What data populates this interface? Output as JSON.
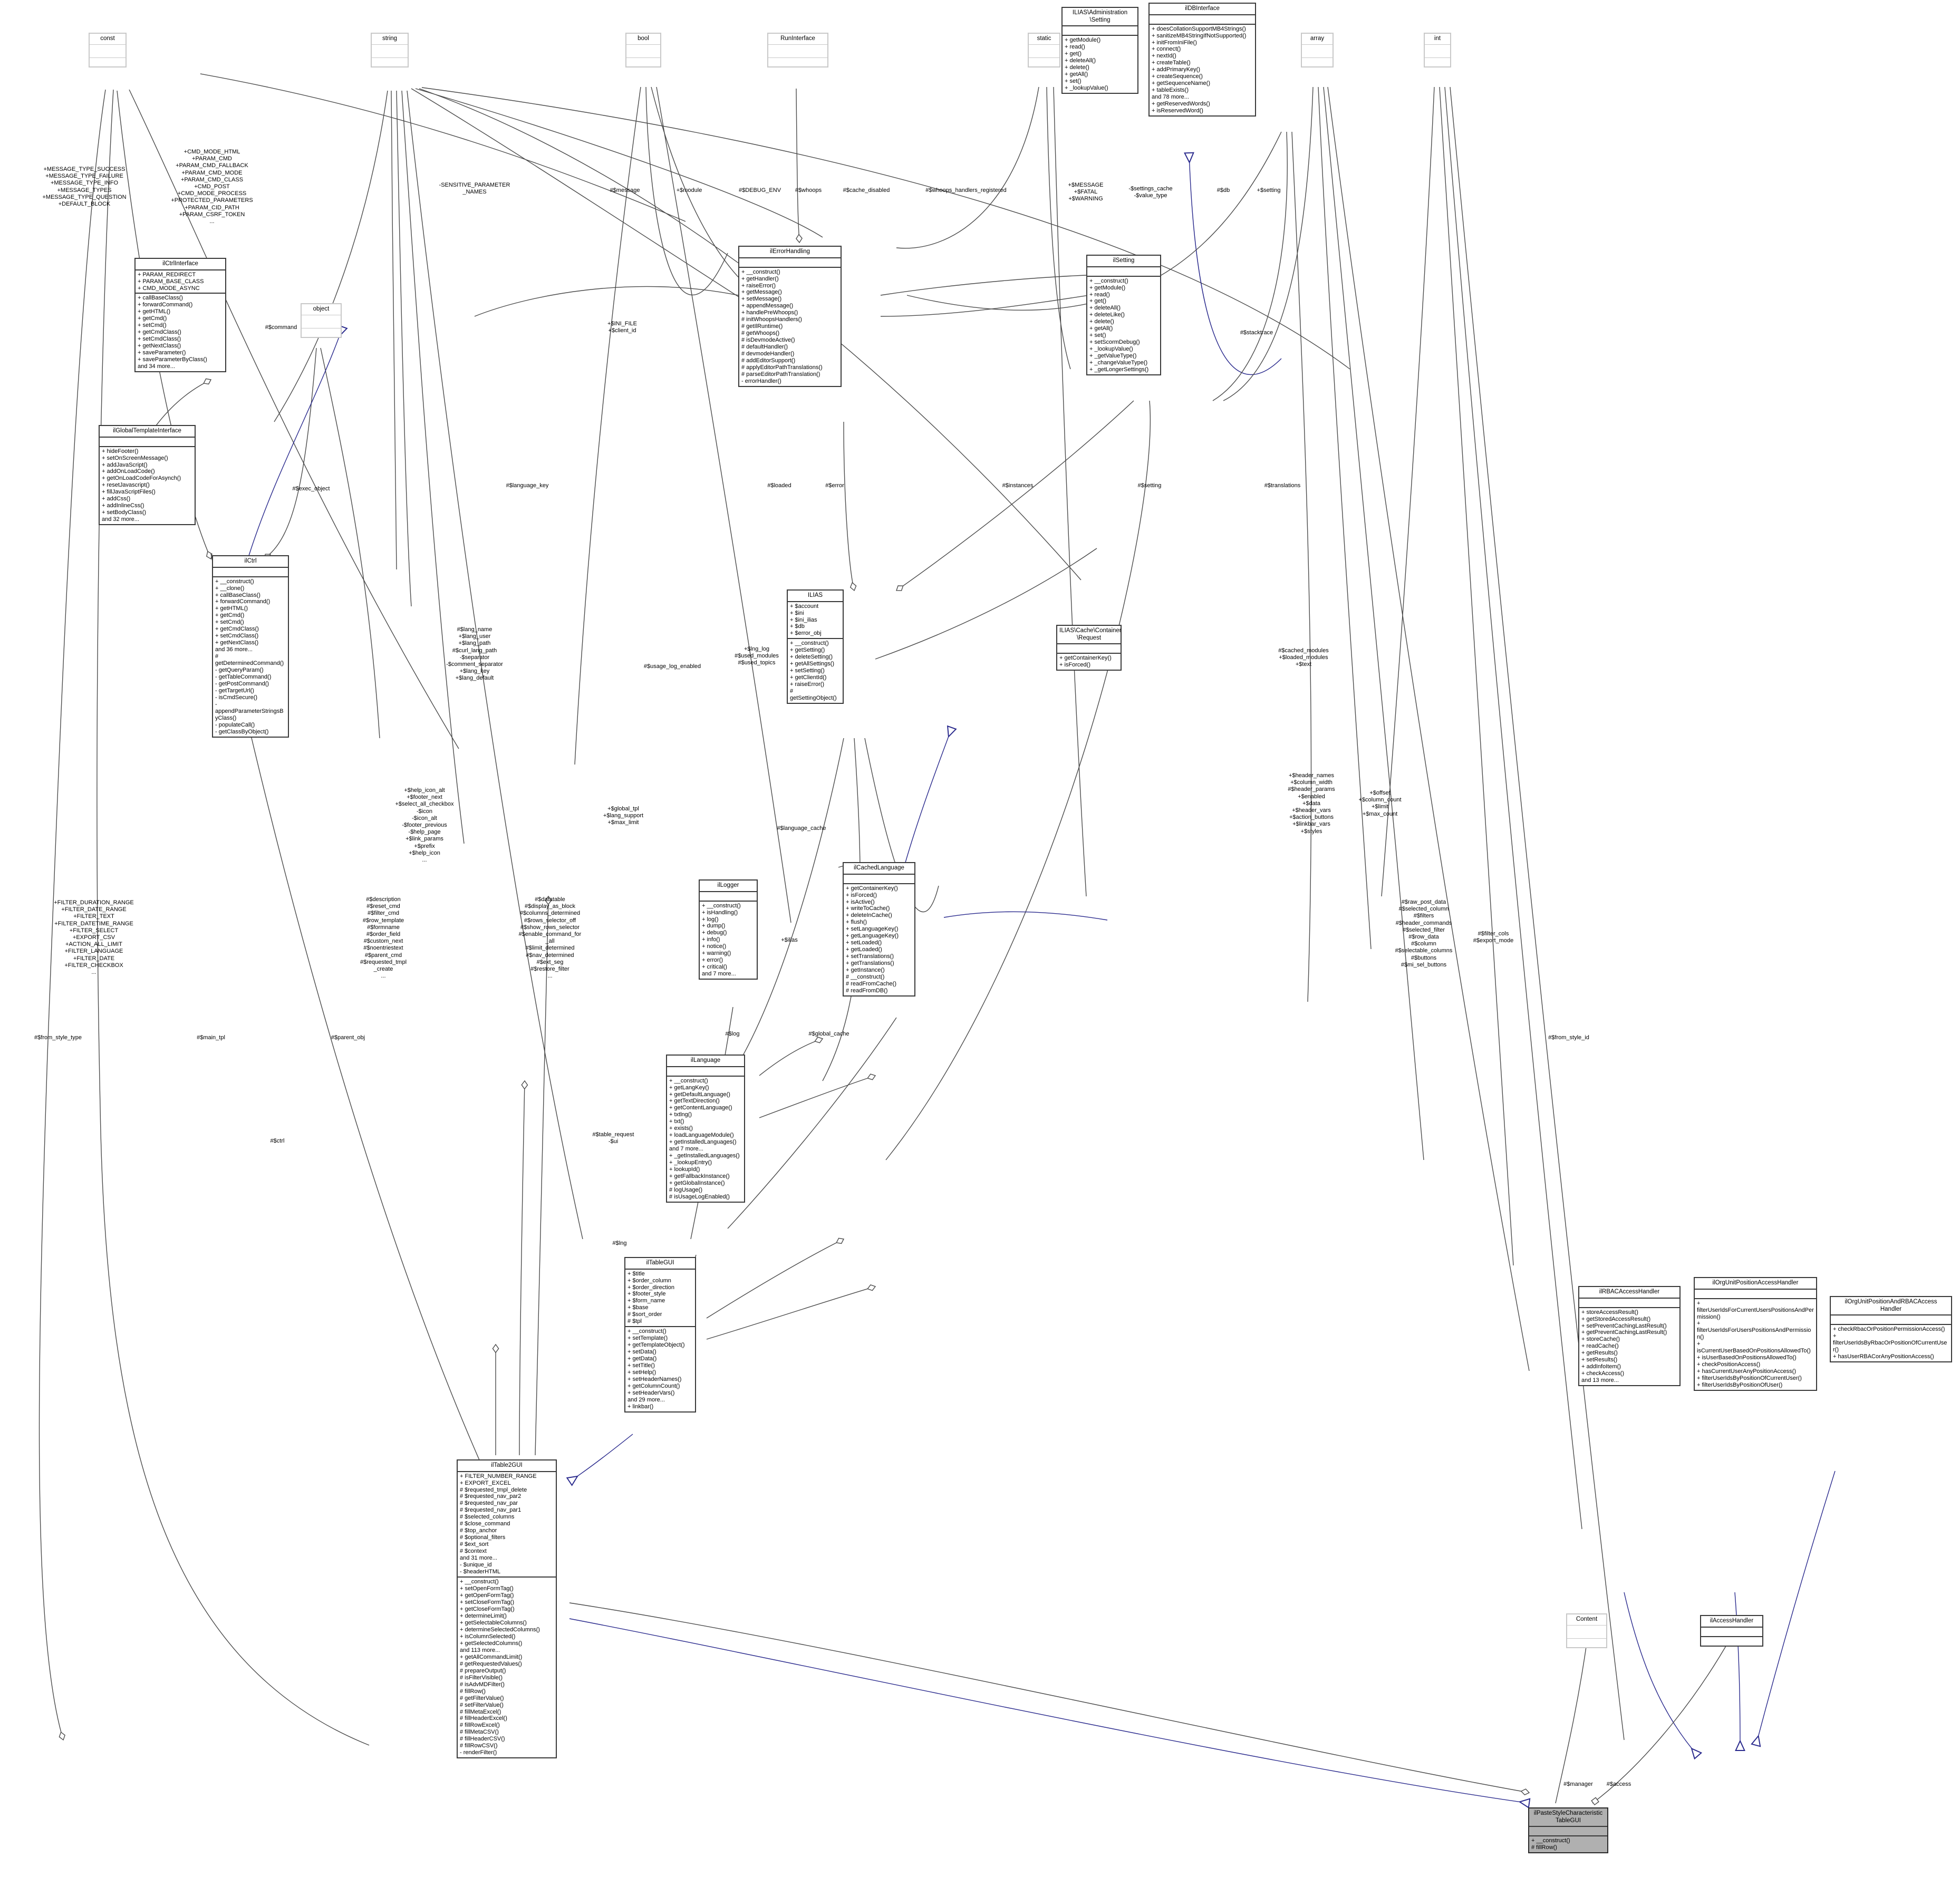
{
  "diagram": {
    "kind": "uml-collaboration-diagram",
    "title": "ilPasteStyleCharacteristicTableGUI Collaboration Diagram",
    "bg": "#ffffff",
    "edge_color": "#4a4a4a",
    "inherit_color": "#28288c",
    "target_fill": "#b0b0b0"
  },
  "nodes": [
    {
      "id": "const",
      "title": "const",
      "attrs": [],
      "ops": [],
      "style": "light"
    },
    {
      "id": "string",
      "title": "string",
      "attrs": [],
      "ops": [],
      "style": "light"
    },
    {
      "id": "bool",
      "title": "bool",
      "attrs": [],
      "ops": [],
      "style": "light"
    },
    {
      "id": "runinterface",
      "title": "RunInterface",
      "attrs": [],
      "ops": [],
      "style": "light"
    },
    {
      "id": "static",
      "title": "static",
      "attrs": [],
      "ops": [],
      "style": "light"
    },
    {
      "id": "array",
      "title": "array",
      "attrs": [],
      "ops": [],
      "style": "light"
    },
    {
      "id": "int",
      "title": "int",
      "attrs": [],
      "ops": [],
      "style": "light"
    },
    {
      "id": "object",
      "title": "object",
      "attrs": [],
      "ops": [],
      "style": "light"
    },
    {
      "id": "content",
      "title": "Content",
      "attrs": [],
      "ops": [],
      "style": "light"
    },
    {
      "id": "ilias_admin_setting",
      "title": "ILIAS\\Administration\n\\Setting",
      "attrs": [],
      "ops": [
        "+ getModule()",
        "+ read()",
        "+ get()",
        "+ deleteAll()",
        "+ delete()",
        "+ getAll()",
        "+ set()",
        "+ _lookupValue()"
      ]
    },
    {
      "id": "ildbinterface",
      "title": "ilDBInterface",
      "attrs": [],
      "ops": [
        "+ doesCollationSupportMB4Strings()",
        "+ sanitizeMB4StringIfNotSupported()",
        "+ initFromIniFile()",
        "+ connect()",
        "+ nextId()",
        "+ createTable()",
        "+ addPrimaryKey()",
        "+ createSequence()",
        "+ getSequenceName()",
        "+ tableExists()",
        "and 78 more...",
        "+ getReservedWords()",
        "+ isReservedWord()"
      ]
    },
    {
      "id": "ilctrlinterface",
      "title": "ilCtrlInterface",
      "attrs": [
        "+ PARAM_REDIRECT",
        "+ PARAM_BASE_CLASS",
        "+ CMD_MODE_ASYNC"
      ],
      "ops": [
        "+ callBaseClass()",
        "+ forwardCommand()",
        "+ getHTML()",
        "+ getCmd()",
        "+ setCmd()",
        "+ getCmdClass()",
        "+ setCmdClass()",
        "+ getNextClass()",
        "+ saveParameter()",
        "+ saveParameterByClass()",
        "and 34 more..."
      ]
    },
    {
      "id": "ilglobaltemplateinterface",
      "title": "ilGlobalTemplateInterface",
      "attrs": [],
      "ops": [
        "+ hideFooter()",
        "+ setOnScreenMessage()",
        "+ addJavaScript()",
        "+ addOnLoadCode()",
        "+ getOnLoadCodeForAsynch()",
        "+ resetJavascript()",
        "+ fillJavaScriptFiles()",
        "+ addCss()",
        "+ addInlineCss()",
        "+ setBodyClass()",
        "and 32 more..."
      ]
    },
    {
      "id": "ilctrl",
      "title": "ilCtrl",
      "attrs": [],
      "ops": [
        "+ __construct()",
        "+ __clone()",
        "+ callBaseClass()",
        "+ forwardCommand()",
        "+ getHTML()",
        "+ getCmd()",
        "+ setCmd()",
        "+ getCmdClass()",
        "+ setCmdClass()",
        "+ getNextClass()",
        "and 36 more...",
        "# getDeterminedCommand()",
        "- getQueryParam()",
        "- getTableCommand()",
        "- getPostCommand()",
        "- getTargetUrl()",
        "- isCmdSecure()",
        "- appendParameterStringsByClass()",
        "- populateCall()",
        "- getClassByObject()"
      ]
    },
    {
      "id": "ilerrorhandling",
      "title": "ilErrorHandling",
      "attrs": [],
      "ops": [
        "+ __construct()",
        "+ getHandler()",
        "+ raiseError()",
        "+ getMessage()",
        "+ setMessage()",
        "+ appendMessage()",
        "+ handlePreWhoops()",
        "# initWhoopsHandlers()",
        "# getIlRuntime()",
        "# getWhoops()",
        "# isDevmodeActive()",
        "# defaultHandler()",
        "# devmodeHandler()",
        "# addEditorSupport()",
        "# applyEditorPathTranslations()",
        "# parseEditorPathTranslation()",
        "- errorHandler()"
      ]
    },
    {
      "id": "ilsetting",
      "title": "ilSetting",
      "attrs": [],
      "ops": [
        "+ __construct()",
        "+ getModule()",
        "+ read()",
        "+ get()",
        "+ deleteAll()",
        "+ deleteLike()",
        "+ delete()",
        "+ getAll()",
        "+ set()",
        "+ setScormDebug()",
        "+ _lookupValue()",
        "+ _getValueType()",
        "+ _changeValueType()",
        "+ _getLongerSettings()"
      ]
    },
    {
      "id": "ilias",
      "title": "ILIAS",
      "attrs": [
        "+ $account",
        "+ $ini",
        "+ $ini_ilias",
        "+ $db",
        "+ $error_obj"
      ],
      "ops": [
        "+ __construct()",
        "+ getSetting()",
        "+ deleteSetting()",
        "+ getAllSettings()",
        "+ setSetting()",
        "+ getClientId()",
        "+ raiseError()",
        "# getSettingObject()"
      ]
    },
    {
      "id": "ilias_cache_container_request",
      "title": "ILIAS\\Cache\\Container\n\\Request",
      "attrs": [],
      "ops": [
        "+ getContainerKey()",
        "+ isForced()"
      ]
    },
    {
      "id": "ilcachedlanguage",
      "title": "ilCachedLanguage",
      "attrs": [],
      "ops": [
        "+ getContainerKey()",
        "+ isForced()",
        "+ isActive()",
        "+ writeToCache()",
        "+ deleteInCache()",
        "+ flush()",
        "+ setLanguageKey()",
        "+ getLanguageKey()",
        "+ setLoaded()",
        "+ getLoaded()",
        "+ setTranslations()",
        "+ getTranslations()",
        "+ getInstance()",
        "# __construct()",
        "# readFromCache()",
        "# readFromDB()"
      ]
    },
    {
      "id": "illogger",
      "title": "ilLogger",
      "attrs": [],
      "ops": [
        "+ __construct()",
        "+ isHandling()",
        "+ log()",
        "+ dump()",
        "+ debug()",
        "+ info()",
        "+ notice()",
        "+ warning()",
        "+ error()",
        "+ critical()",
        "and 7 more..."
      ]
    },
    {
      "id": "illanguage",
      "title": "ilLanguage",
      "attrs": [],
      "ops": [
        "+ __construct()",
        "+ getLangKey()",
        "+ getDefaultLanguage()",
        "+ getTextDirection()",
        "+ getContentLanguage()",
        "+ txtlng()",
        "+ txt()",
        "+ exists()",
        "+ loadLanguageModule()",
        "+ getInstalledLanguages()",
        "and 7 more...",
        "+ _getInstalledLanguages()",
        "+ _lookupEntry()",
        "+ lookupId()",
        "+ getFallbackInstance()",
        "+ getGlobalInstance()",
        "# logUsage()",
        "# isUsageLogEnabled()"
      ]
    },
    {
      "id": "iltablegui",
      "title": "ilTableGUI",
      "attrs": [
        "+ $title",
        "+ $order_column",
        "+ $order_direction",
        "+ $footer_style",
        "+ $form_name",
        "+ $base",
        "# $sort_order",
        "# $tpl"
      ],
      "ops": [
        "+ __construct()",
        "+ setTemplate()",
        "+ getTemplateObject()",
        "+ setData()",
        "+ getData()",
        "+ setTitle()",
        "+ setHelp()",
        "+ setHeaderNames()",
        "+ getColumnCount()",
        "+ setHeaderVars()",
        "and 29 more...",
        "+ linkbar()"
      ]
    },
    {
      "id": "iltable2gui",
      "title": "ilTable2GUI",
      "attrs": [
        "+ FILTER_NUMBER_RANGE",
        "+ EXPORT_EXCEL",
        "# $requested_tmpl_delete",
        "# $requested_nav_par2",
        "# $requested_nav_par",
        "# $requested_nav_par1",
        "# $selected_columns",
        "# $close_command",
        "# $top_anchor",
        "# $optional_filters",
        "# $ext_sort",
        "# $context",
        "and 31 more...",
        "- $unique_id",
        "- $headerHTML"
      ],
      "ops": [
        "+ __construct()",
        "+ setOpenFormTag()",
        "+ getOpenFormTag()",
        "+ setCloseFormTag()",
        "+ getCloseFormTag()",
        "+ determineLimit()",
        "+ getSelectableColumns()",
        "+ determineSelectedColumns()",
        "+ isColumnSelected()",
        "+ getSelectedColumns()",
        "and 113 more...",
        "+ getAllCommandLimit()",
        "# getRequestedValues()",
        "# prepareOutput()",
        "# isFilterVisible()",
        "# isAdvMDFilter()",
        "# fillRow()",
        "# getFilterValue()",
        "# setFilterValue()",
        "# fillMetaExcel()",
        "# fillHeaderExcel()",
        "# fillRowExcel()",
        "# fillMetaCSV()",
        "# fillHeaderCSV()",
        "# fillRowCSV()",
        "- renderFilter()"
      ]
    },
    {
      "id": "ilrbacaccesshandler",
      "title": "ilRBACAccessHandler",
      "attrs": [],
      "ops": [
        "+ storeAccessResult()",
        "+ getStoredAccessResult()",
        "+ setPreventCachingLastResult()",
        "+ getPreventCachingLastResult()",
        "+ storeCache()",
        "+ readCache()",
        "+ getResults()",
        "+ setResults()",
        "+ addInfoItem()",
        "+ checkAccess()",
        "and 13 more..."
      ]
    },
    {
      "id": "ilorgunitpositionaccesshandler",
      "title": "ilOrgUnitPositionAccessHandler",
      "attrs": [],
      "ops": [
        "+ filterUserIdsForCurrentUsersPositionsAndPermission()",
        "+ filterUserIdsForUsersPositionsAndPermission()",
        "+ isCurrentUserBasedOnPositionsAllowedTo()",
        "+ isUserBasedOnPositionsAllowedTo()",
        "+ checkPositionAccess()",
        "+ hasCurrentUserAnyPositionAccess()",
        "+ filterUserIdsByPositionOfCurrentUser()",
        "+ filterUserIdsByPositionOfUser()"
      ]
    },
    {
      "id": "ilorgunitpositionandrbacaccesshandler",
      "title": "ilOrgUnitPositionAndRBACAccess\nHandler",
      "attrs": [],
      "ops": [
        "+ checkRbacOrPositionPermissionAccess()",
        "+ filterUserIdsByRbacOrPositionOfCurrentUser()",
        "+ hasUserRBACorAnyPositionAccess()"
      ]
    },
    {
      "id": "ilaccesshandler",
      "title": "ilAccessHandler",
      "attrs": [],
      "ops": []
    },
    {
      "id": "ilpastestylecharacteristictablegui",
      "title": "ilPasteStyleCharacteristic\nTableGUI",
      "attrs": [],
      "ops": [
        "+ __construct()",
        "# fillRow()"
      ],
      "style": "target"
    }
  ],
  "edge_labels": [
    {
      "id": "msg-types",
      "text": "+MESSAGE_TYPE_SUCCESS\n+MESSAGE_TYPE_FAILURE\n+MESSAGE_TYPE_INFO\n+MESSAGE_TYPES\n+MESSAGE_TYPE_QUESTION\n+DEFAULT_BLOCK"
    },
    {
      "id": "cmd-consts",
      "text": "+CMD_MODE_HTML\n+PARAM_CMD\n+PARAM_CMD_FALLBACK\n+PARAM_CMD_MODE\n+PARAM_CMD_CLASS\n+CMD_POST\n+CMD_MODE_PROCESS\n+PROTECTED_PARAMETERS\n+PARAM_CID_PATH\n+PARAM_CSRF_TOKEN\n..."
    },
    {
      "id": "sensitive-params",
      "text": "-SENSITIVE_PARAMETER\n_NAMES"
    },
    {
      "id": "message",
      "text": "#$message"
    },
    {
      "id": "module",
      "text": "+$module"
    },
    {
      "id": "debug-env",
      "text": "#$DEBUG_ENV"
    },
    {
      "id": "whoops",
      "text": "#$whoops"
    },
    {
      "id": "cache-disabled",
      "text": "#$cache_disabled"
    },
    {
      "id": "whoops-handlers-registered",
      "text": "#$whoops_handlers_registered"
    },
    {
      "id": "message-fatal-warning",
      "text": "+$MESSAGE\n+$FATAL\n+$WARNING"
    },
    {
      "id": "settings-cache",
      "text": "-$settings_cache\n-$value_type"
    },
    {
      "id": "db",
      "text": "#$db"
    },
    {
      "id": "setting",
      "text": "+$setting"
    },
    {
      "id": "command",
      "text": "#$command"
    },
    {
      "id": "ini-file",
      "text": "+$INI_FILE\n+$client_id"
    },
    {
      "id": "stacktrace",
      "text": "#$stacktrace"
    },
    {
      "id": "exec-object",
      "text": "#$exec_object"
    },
    {
      "id": "language-key",
      "text": "#$language_key"
    },
    {
      "id": "loaded",
      "text": "#$loaded"
    },
    {
      "id": "error",
      "text": "#$error"
    },
    {
      "id": "instances",
      "text": "#$instances"
    },
    {
      "id": "setting2",
      "text": "#$setting"
    },
    {
      "id": "translations",
      "text": "#$translations"
    },
    {
      "id": "lang-name",
      "text": "#$lang_name\n+$lang_user\n+$lang_path\n#$curl_lang_path\n-$separator\n-$comment_separator\n+$lang_key\n+$lang_default"
    },
    {
      "id": "lng-log",
      "text": "+$lng_log\n#$used_modules\n#$used_topics"
    },
    {
      "id": "usage-log-enabled",
      "text": "#$usage_log_enabled"
    },
    {
      "id": "cached-modules",
      "text": "#$cached_modules\n+$loaded_modules\n+$text"
    },
    {
      "id": "language-cache",
      "text": "#$language_cache"
    },
    {
      "id": "global-tpl",
      "text": "+$global_tpl\n+$lang_support\n+$max_limit"
    },
    {
      "id": "help-icon",
      "text": "+$help_icon_alt\n+$footer_next\n+$select_all_checkbox\n-$icon\n-$icon_alt\n-$footer_previous\n-$help_page\n+$link_params\n+$prefix\n+$help_icon\n..."
    },
    {
      "id": "header-names",
      "text": "+$header_names\n+$column_width\n#$header_params\n+$enabled\n+$data\n+$header_vars\n+$action_buttons\n+$linkbar_vars\n+$styles"
    },
    {
      "id": "offset",
      "text": "+$offset\n+$column_count\n+$limit\n+$max_count"
    },
    {
      "id": "filter-consts",
      "text": "+FILTER_DURATION_RANGE\n+FILTER_DATE_RANGE\n+FILTER_TEXT\n+FILTER_DATETIME_RANGE\n+FILTER_SELECT\n+EXPORT_CSV\n+ACTION_ALL_LIMIT\n+FILTER_LANGUAGE\n+FILTER_DATE\n+FILTER_CHECKBOX\n..."
    },
    {
      "id": "description",
      "text": "#$description\n#$reset_cmd\n#$filter_cmd\n#$row_template\n#$formname\n#$order_field\n#$custom_next\n#$noentriestext\n#$parent_cmd\n#$requested_tmpl\n_create\n..."
    },
    {
      "id": "datatable",
      "text": "#$datatable\n#$display_as_block\n#$columns_determined\n#$rows_selector_off\n#$show_rows_selector\n#$enable_command_for\n_all\n#$limit_determined\n#$nav_determined\n#$ext_seg\n#$restore_filter\n..."
    },
    {
      "id": "raw-post-data",
      "text": "#$raw_post_data\n#$selected_column\n#$filters\n#$header_commands\n#$selected_filter\n#$row_data\n#$column\n#$selectable_columns\n#$buttons\n#$mi_sel_buttons"
    },
    {
      "id": "filter-cols",
      "text": "#$filter_cols\n#$export_mode"
    },
    {
      "id": "from-style-type",
      "text": "#$from_style_type"
    },
    {
      "id": "main-tpl",
      "text": "#$main_tpl"
    },
    {
      "id": "parent-obj",
      "text": "#$parent_obj"
    },
    {
      "id": "ctrl",
      "text": "#$ctrl"
    },
    {
      "id": "table-request",
      "text": "#$table_request\n-$ui"
    },
    {
      "id": "lng",
      "text": "#$lng"
    },
    {
      "id": "log",
      "text": "#$log"
    },
    {
      "id": "global-cache",
      "text": "#$global_cache"
    },
    {
      "id": "ilias-ref",
      "text": "+$ilias"
    },
    {
      "id": "from-style-id",
      "text": "#$from_style_id"
    },
    {
      "id": "manager",
      "text": "#$manager"
    },
    {
      "id": "access",
      "text": "#$access"
    }
  ]
}
